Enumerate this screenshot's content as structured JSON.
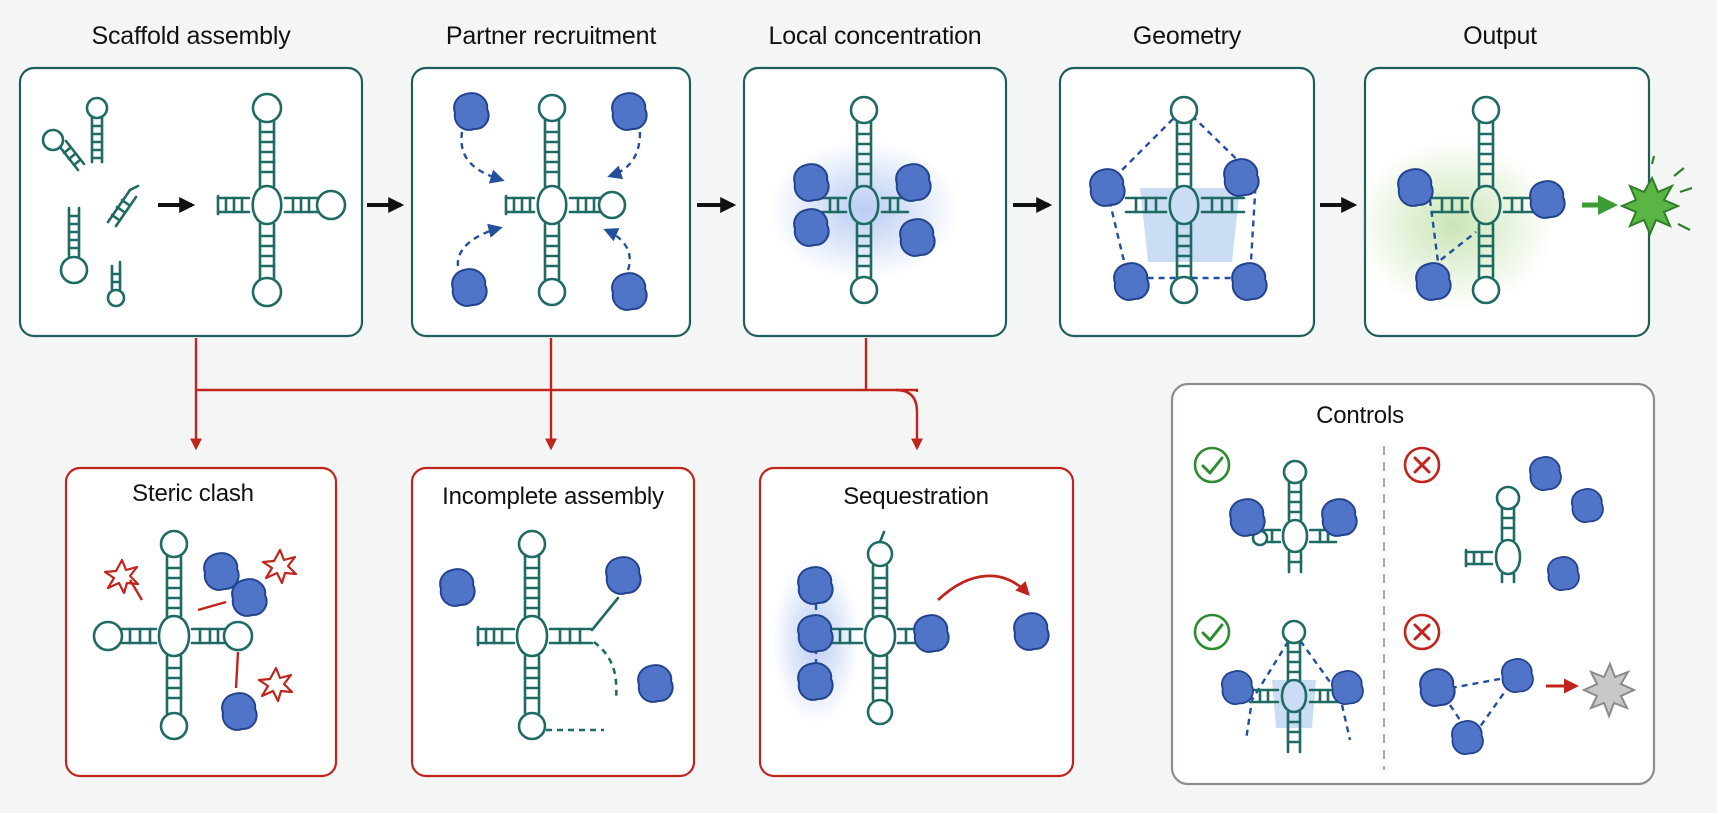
{
  "stages": [
    {
      "id": "scaffold",
      "title": "Scaffold assembly"
    },
    {
      "id": "recruit",
      "title": "Partner recruitment"
    },
    {
      "id": "local",
      "title": "Local concentration"
    },
    {
      "id": "geometry",
      "title": "Geometry"
    },
    {
      "id": "output",
      "title": "Output"
    }
  ],
  "failure_modes": [
    {
      "id": "clash",
      "title": "Steric clash"
    },
    {
      "id": "incomplete",
      "title": "Incomplete assembly"
    },
    {
      "id": "sequestration",
      "title": "Sequestration"
    }
  ],
  "controls": {
    "title": "Controls",
    "positive_icon": "check-circle-icon",
    "negative_icon": "x-circle-icon"
  },
  "colors": {
    "rna": "#1f6b64",
    "protein": "#4f74c8",
    "pathway_arrow": "#111111",
    "failure": "#c0241c",
    "output_signal": "#3c9b35",
    "check": "#2e8b2e"
  }
}
